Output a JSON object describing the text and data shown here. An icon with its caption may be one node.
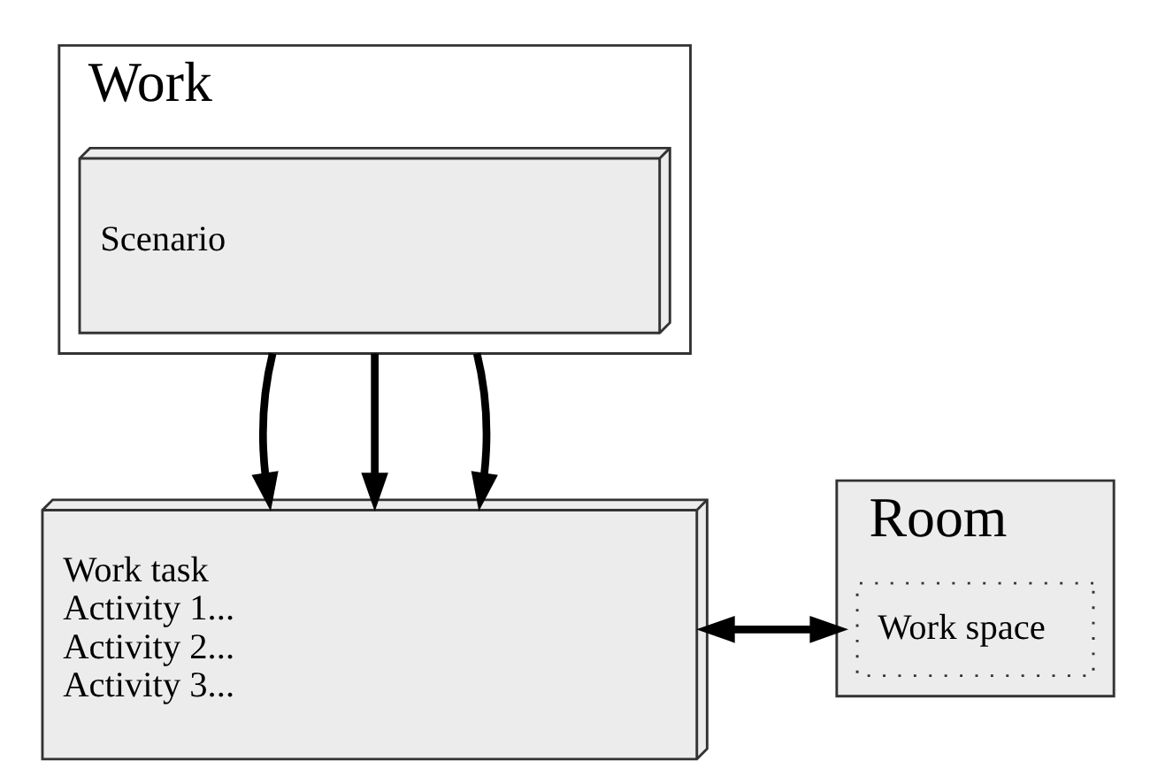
{
  "diagram": {
    "nodes": [
      {
        "text": [
          "Work"
        ]
      },
      {
        "text": [
          "Scenario"
        ],
        "in": 0
      },
      {
        "text": [
          "Work task",
          "Activity 1...",
          "Activity 2...",
          "Activity 3..."
        ]
      },
      {
        "text": [
          "Room"
        ]
      },
      {
        "text": [
          "Work space"
        ],
        "in": 3
      }
    ],
    "edges": [
      {
        "from": 0,
        "to": 2,
        "arrow": "to"
      },
      {
        "from": 0,
        "to": 2,
        "arrow": "to"
      },
      {
        "from": 0,
        "to": 2,
        "arrow": "to"
      },
      {
        "from": 3,
        "to": 2,
        "arrow": "both"
      }
    ]
  }
}
